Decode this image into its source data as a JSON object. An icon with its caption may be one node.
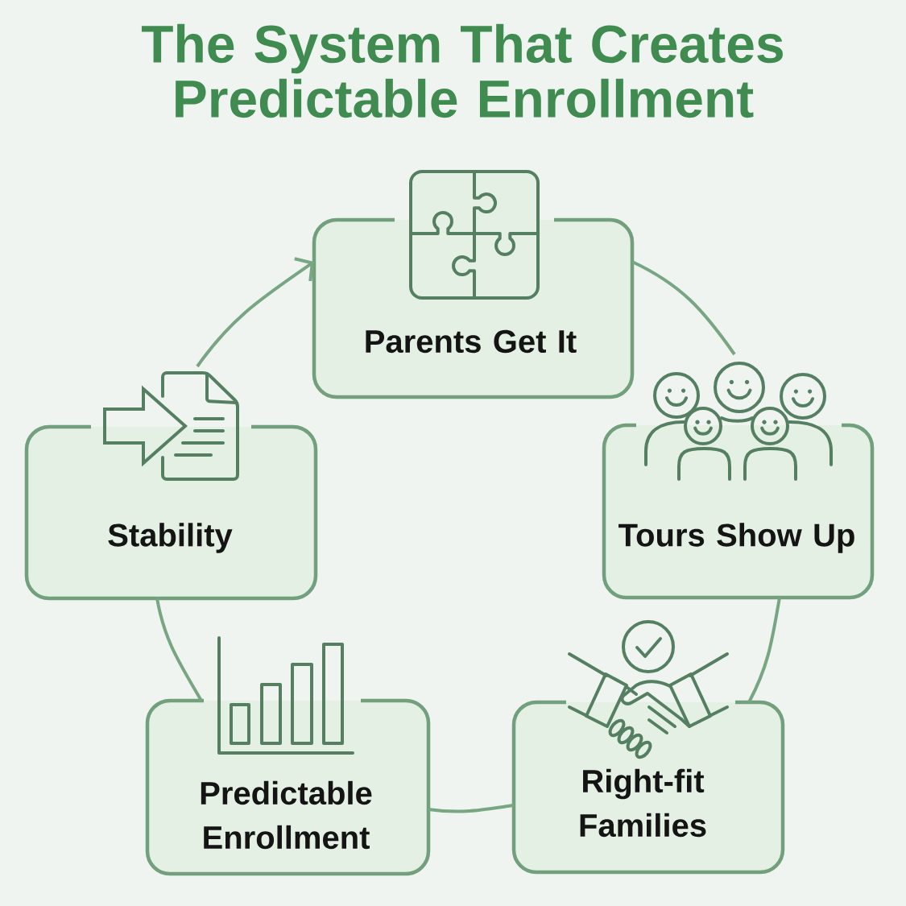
{
  "diagram": {
    "title": "The System That Creates Predictable Enrollment",
    "nodes": [
      {
        "text": [
          "Parents Get It"
        ]
      },
      {
        "text": [
          "Tours Show Up"
        ]
      },
      {
        "text": [
          "Right-fit Families"
        ]
      },
      {
        "text": [
          "Predictable Enrollment"
        ]
      },
      {
        "text": [
          "Stability"
        ]
      }
    ],
    "edges": [
      {
        "from": 0,
        "to": 1,
        "arrow": "none"
      },
      {
        "from": 1,
        "to": 2,
        "arrow": "none"
      },
      {
        "from": 2,
        "to": 3,
        "arrow": "none"
      },
      {
        "from": 3,
        "to": 4,
        "arrow": "none"
      },
      {
        "from": 4,
        "to": 0,
        "arrow": "to"
      }
    ]
  }
}
